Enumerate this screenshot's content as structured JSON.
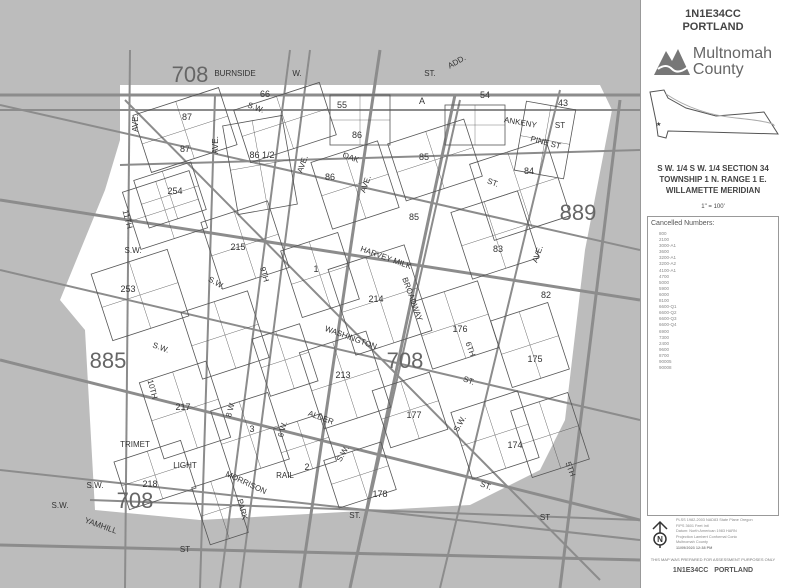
{
  "map": {
    "colors": {
      "background": "#bcbcbc",
      "study_area": "#ffffff",
      "street_line": "#8c8c8c",
      "lot_line": "#555555",
      "label": "#333333"
    },
    "map_numbers": [
      "708",
      "708",
      "708",
      "885",
      "889"
    ],
    "street_labels": [
      "BURNSIDE",
      "W.",
      "ST.",
      "S.W.",
      "ANKENY",
      "ST",
      "PINE ST",
      "OAK",
      "HARVEY MILK",
      "WASHINGTON",
      "ALDER",
      "MORRISON",
      "YAMHILL",
      "BROADWAY",
      "6TH",
      "5TH",
      "9TH",
      "10TH",
      "11TH",
      "PARK",
      "AVE.",
      "AVE.",
      "AVE.",
      "AVE.",
      "AVE.",
      "ST.",
      "ST.",
      "ST.",
      "S.W.",
      "S.W.",
      "S.W.",
      "S.W.",
      "S.W.",
      "S.W.",
      "TRIMET",
      "LIGHT",
      "RAIL",
      "ST",
      "ST.",
      "ST",
      "S.W.",
      "8 W.",
      "6 W.",
      "ADD."
    ],
    "block_numbers": [
      "66",
      "55",
      "A",
      "54",
      "43",
      "87",
      "87",
      "86 1/2",
      "86",
      "86",
      "85",
      "85",
      "84",
      "254",
      "215",
      "1",
      "214",
      "83",
      "82",
      "253",
      "176",
      "175",
      "213",
      "217",
      "177",
      "3",
      "2",
      "174",
      "218",
      "178"
    ]
  },
  "panel": {
    "map_id": "1N1E34CC",
    "city": "PORTLAND",
    "logo_line1": "Multnomah",
    "logo_line2": "County",
    "section_line1": "S W. 1/4 S W. 1/4 SECTION 34",
    "section_line2": "TOWNSHIP 1 N. RANGE 1 E.",
    "section_line3": "WILLAMETTE MERIDIAN",
    "scale": "1\" = 100'",
    "cancelled_title": "Cancelled Numbers:",
    "cancelled": [
      "800",
      "2100",
      "3000-A1",
      "3600",
      "3200-A1",
      "3200-A2",
      "4100-A1",
      "4700",
      "5000",
      "5900",
      "6000",
      "8100",
      "6600-Q1",
      "6600-Q2",
      "6600-Q3",
      "6600-Q4",
      "6900",
      "7300",
      "2400",
      "9600",
      "8700",
      "90005",
      "90008"
    ],
    "north_letter": "N",
    "meta_lines": [
      "PLSS 1982-2003 NAD83 State Plane Oregon",
      "FIPS 3601 Feet Intl",
      "Datum: North American 1983 HARN",
      "Projection Lambert Conformal Conic",
      "Multnomah County"
    ],
    "timestamp": "11/09/2023 12:38 PM",
    "disclaimer": "THIS MAP WAS PREPARED FOR ASSESSMENT PURPOSES ONLY",
    "footer_id": "1N1E34CC",
    "footer_city": "PORTLAND"
  }
}
